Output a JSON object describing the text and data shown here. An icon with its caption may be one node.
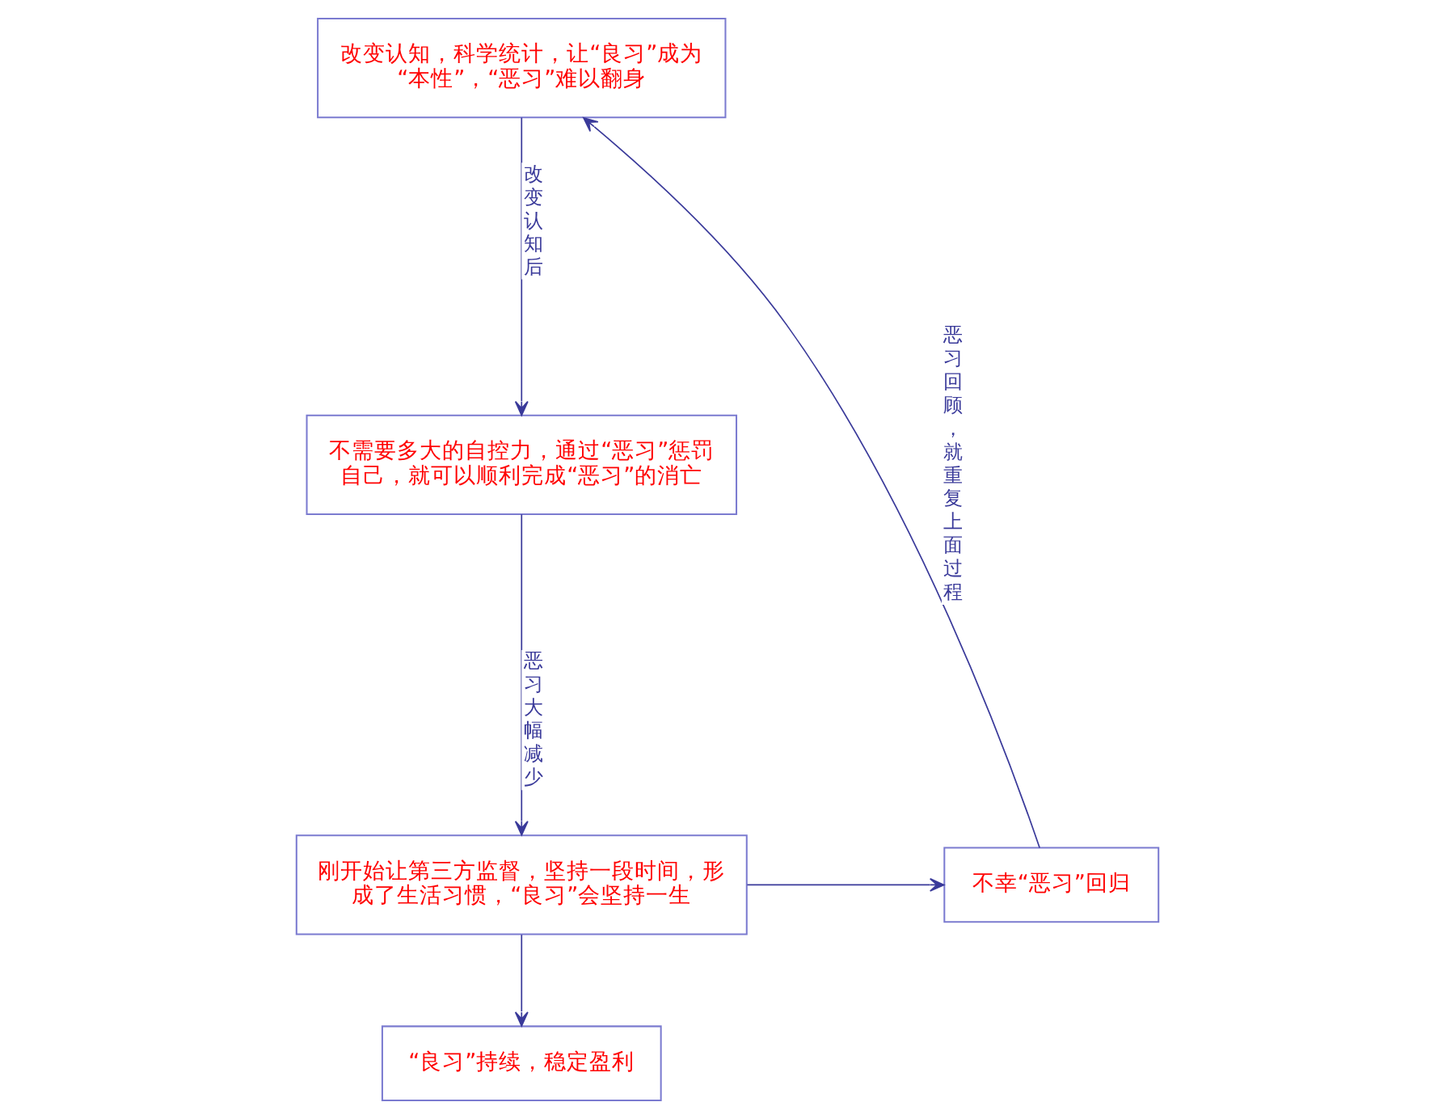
{
  "diagram": {
    "nodes": [
      {
        "text": [
          "改变认知，科学统计，让“良习”成为“本性”，“恶习”难以翻身"
        ]
      },
      {
        "text": [
          "不需要多大的自控力，通过“恶习”惩罚自己，就可以顺利完成“恶习”的消亡"
        ]
      },
      {
        "text": [
          "刚开始让第三方监督，坚持一段时间，形成了生活习惯，“良习”会坚持一生"
        ]
      },
      {
        "text": [
          "不幸“恶习”回归"
        ]
      },
      {
        "text": [
          "“良习”持续，稳定盈利"
        ]
      }
    ],
    "edges": [
      {
        "from": 0,
        "to": 1,
        "arrow": "to",
        "label": "改变认知后"
      },
      {
        "from": 1,
        "to": 2,
        "arrow": "to",
        "label": "恶习大幅减少"
      },
      {
        "from": 2,
        "to": 3,
        "arrow": "to"
      },
      {
        "from": 2,
        "to": 4,
        "arrow": "to"
      },
      {
        "from": 3,
        "to": 0,
        "arrow": "to",
        "label": "恶习回顾，就重复上面过程"
      }
    ]
  }
}
